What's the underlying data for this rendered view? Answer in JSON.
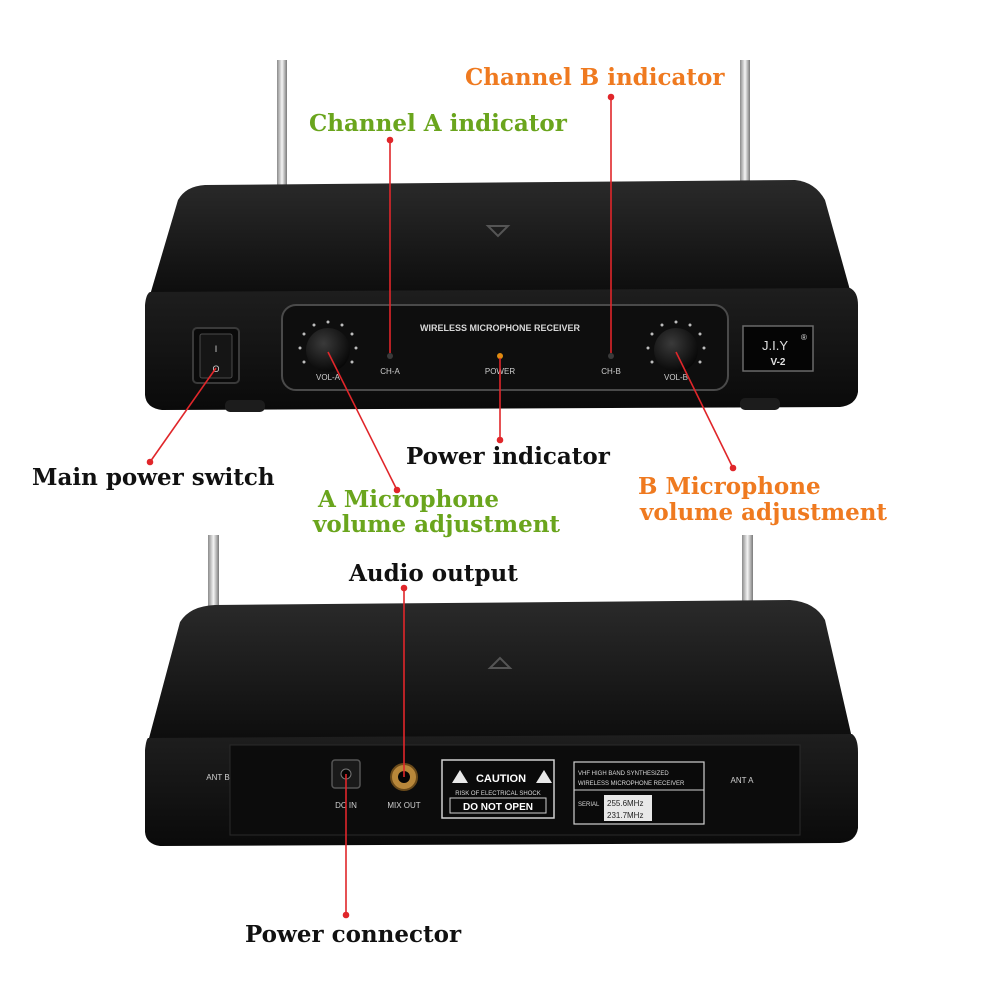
{
  "callouts": {
    "channel_b": "Channel B indicator",
    "channel_a": "Channel A indicator",
    "power_indicator": "Power indicator",
    "main_switch": "Main power switch",
    "a_volume_line1": "A Microphone",
    "a_volume_line2": "volume adjustment",
    "b_volume_line1": "B Microphone",
    "b_volume_line2": "volume adjustment",
    "audio_output": "Audio output",
    "power_connector": "Power connector"
  },
  "front_panel": {
    "title": "WIRELESS MICROPHONE RECEIVER",
    "vol_a": "VOL-A",
    "vol_b": "VOL-B",
    "ch_a": "CH-A",
    "ch_b": "CH-B",
    "power": "POWER",
    "brand": "J.I.Y",
    "brand_mark": "®",
    "model": "V-2",
    "switch_on": "I",
    "switch_off": "O"
  },
  "back_panel": {
    "ant_b": "ANT B",
    "ant_a": "ANT A",
    "dc_in": "DC IN",
    "mix_out": "MIX OUT",
    "caution": "CAUTION",
    "caution_line2": "RISK OF ELECTRICAL SHOCK",
    "caution_line3": "DO NOT OPEN",
    "label_line1": "VHF HIGH BAND SYNTHESIZED",
    "label_line2": "WIRELESS MICROPHONE RECEIVER",
    "serial": "SERIAL",
    "freq_1": "255.6MHz",
    "freq_2": "231.7MHz"
  },
  "colors": {
    "green": "#6aa51d",
    "orange": "#ef7a20",
    "pointer": "#e0262a",
    "body": "#141414"
  }
}
